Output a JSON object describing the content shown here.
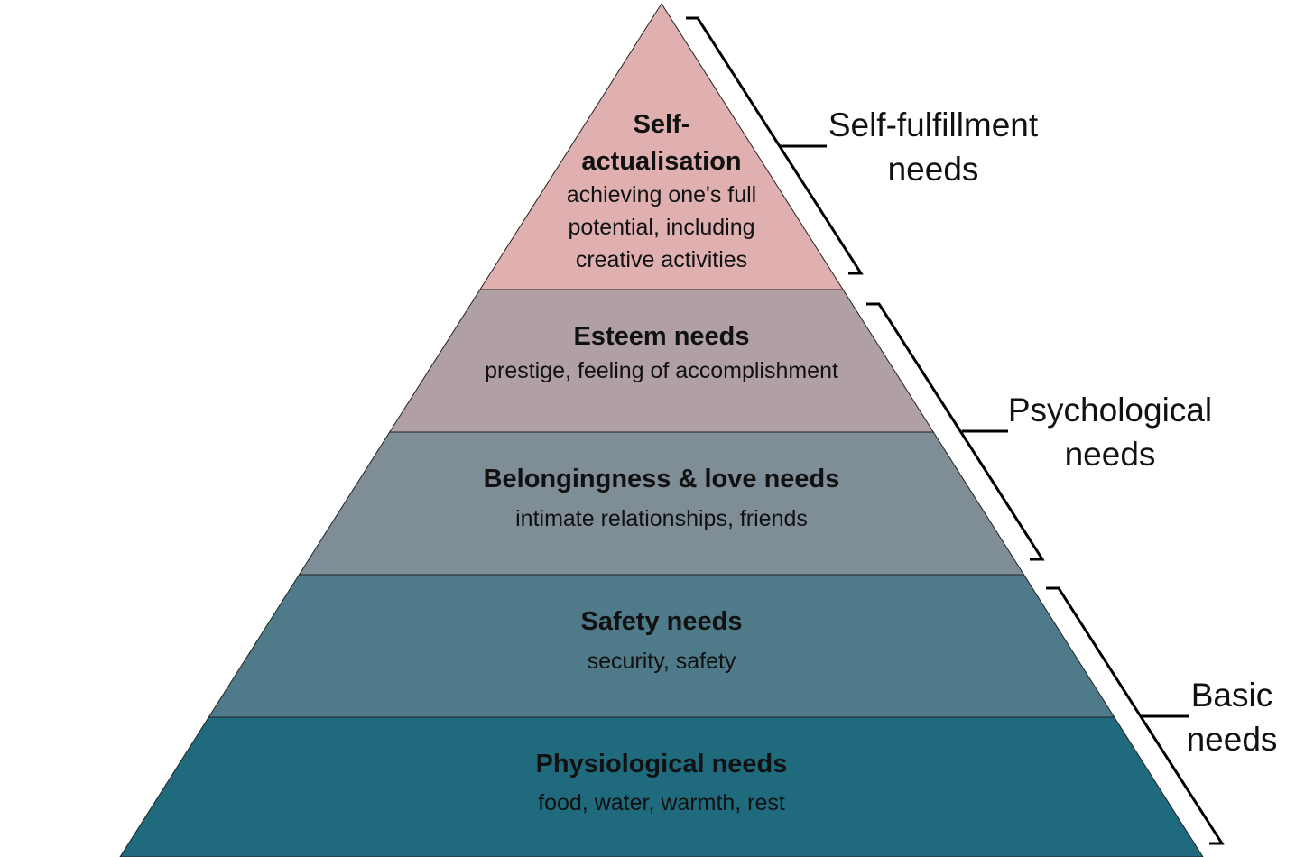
{
  "tiers": [
    {
      "key": "self_actualisation",
      "title_lines": [
        "Self-",
        "actualisation"
      ],
      "desc_lines": [
        "achieving one's full",
        "potential, including",
        "creative activities"
      ],
      "color": "#e0b0b1"
    },
    {
      "key": "esteem",
      "title_lines": [
        "Esteem needs"
      ],
      "desc_lines": [
        "prestige, feeling of accomplishment"
      ],
      "color": "#b0a0a3"
    },
    {
      "key": "belongingness",
      "title_lines": [
        "Belongingness & love needs"
      ],
      "desc_lines": [
        "intimate relationships, friends"
      ],
      "color": "#7f8d96"
    },
    {
      "key": "safety",
      "title_lines": [
        "Safety needs"
      ],
      "desc_lines": [
        "security, safety"
      ],
      "color": "#4f7a89"
    },
    {
      "key": "physiological",
      "title_lines": [
        "Physiological needs"
      ],
      "desc_lines": [
        "food, water, warmth, rest"
      ],
      "color": "#1f6a7d"
    }
  ],
  "groups": [
    {
      "key": "self_fulfillment",
      "label_lines": [
        "Self-fulfillment",
        "needs"
      ],
      "spans_tiers": [
        "self_actualisation"
      ]
    },
    {
      "key": "psychological",
      "label_lines": [
        "Psychological",
        "needs"
      ],
      "spans_tiers": [
        "esteem",
        "belongingness"
      ]
    },
    {
      "key": "basic",
      "label_lines": [
        "Basic",
        "needs"
      ],
      "spans_tiers": [
        "safety",
        "physiological"
      ]
    }
  ]
}
